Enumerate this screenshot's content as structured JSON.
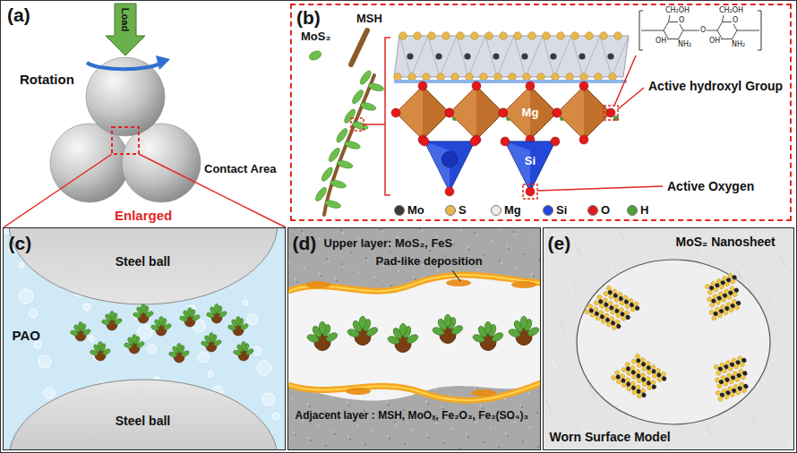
{
  "diagram": {
    "nodes": [
      {
        "text": [
          "(a)",
          "Load",
          "Rotation",
          "Contact Area",
          "Enlarged"
        ]
      },
      {
        "text": [
          "(b)",
          "MoS₂",
          "MSH",
          "Active hydroxyl Group",
          "Mg",
          "Si",
          "Active Oxygen"
        ]
      },
      {
        "text": [
          "(c)",
          "Steel ball",
          "PAO",
          "Steel ball"
        ]
      },
      {
        "text": [
          "(d)",
          "Upper layer: MoS₂, FeS",
          "Pad-like deposition",
          "Adjacent layer : MSH, MoOₓ, Fe₂O₃, Fe₂(SO₄)₃"
        ]
      },
      {
        "text": [
          "(e)",
          "MoS₂ Nanosheet",
          "Worn Surface Model"
        ]
      }
    ],
    "labels": [
      "CH₂OH",
      "CH₂OH",
      "O",
      "O",
      "OH",
      "OH",
      "NH₂",
      "NH₂",
      "O"
    ],
    "legend": [
      {
        "text": "Mo",
        "color": "#3a3a3a"
      },
      {
        "text": "S",
        "color": "#e8b84a"
      },
      {
        "text": "Mg",
        "color": "#ececec"
      },
      {
        "text": "Si",
        "color": "#2348d8"
      },
      {
        "text": "O",
        "color": "#e3191c"
      },
      {
        "text": "H",
        "color": "#4f9e3a"
      }
    ]
  }
}
